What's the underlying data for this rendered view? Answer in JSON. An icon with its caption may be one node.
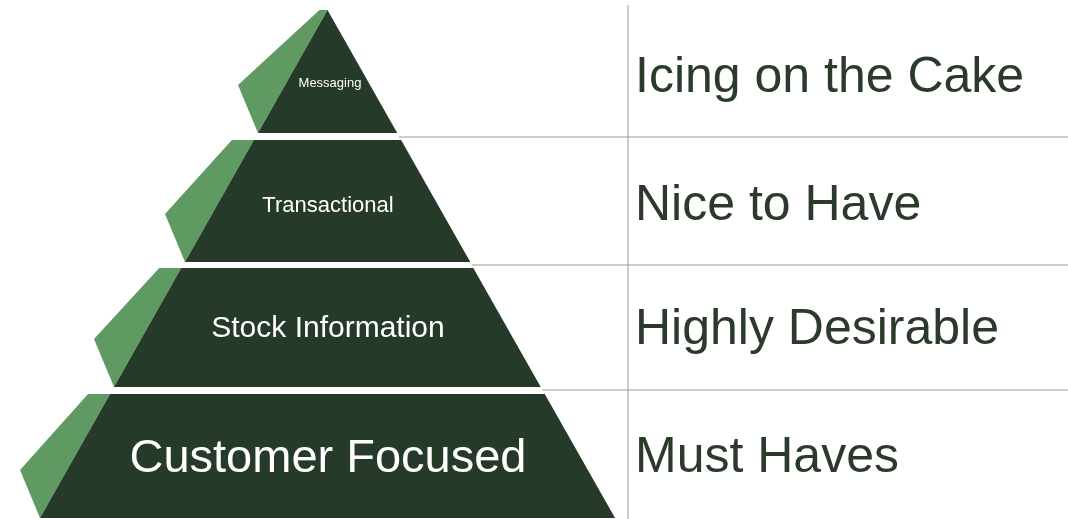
{
  "diagram": {
    "nodes": [
      {
        "text": [
          "Messaging"
        ]
      },
      {
        "text": [
          "Transactional"
        ]
      },
      {
        "text": [
          "Stock Information"
        ]
      },
      {
        "text": [
          "Customer Focused"
        ]
      }
    ],
    "labels": [
      "Icing on the Cake",
      "Nice to Have",
      "Highly Desirable",
      "Must Haves"
    ]
  }
}
